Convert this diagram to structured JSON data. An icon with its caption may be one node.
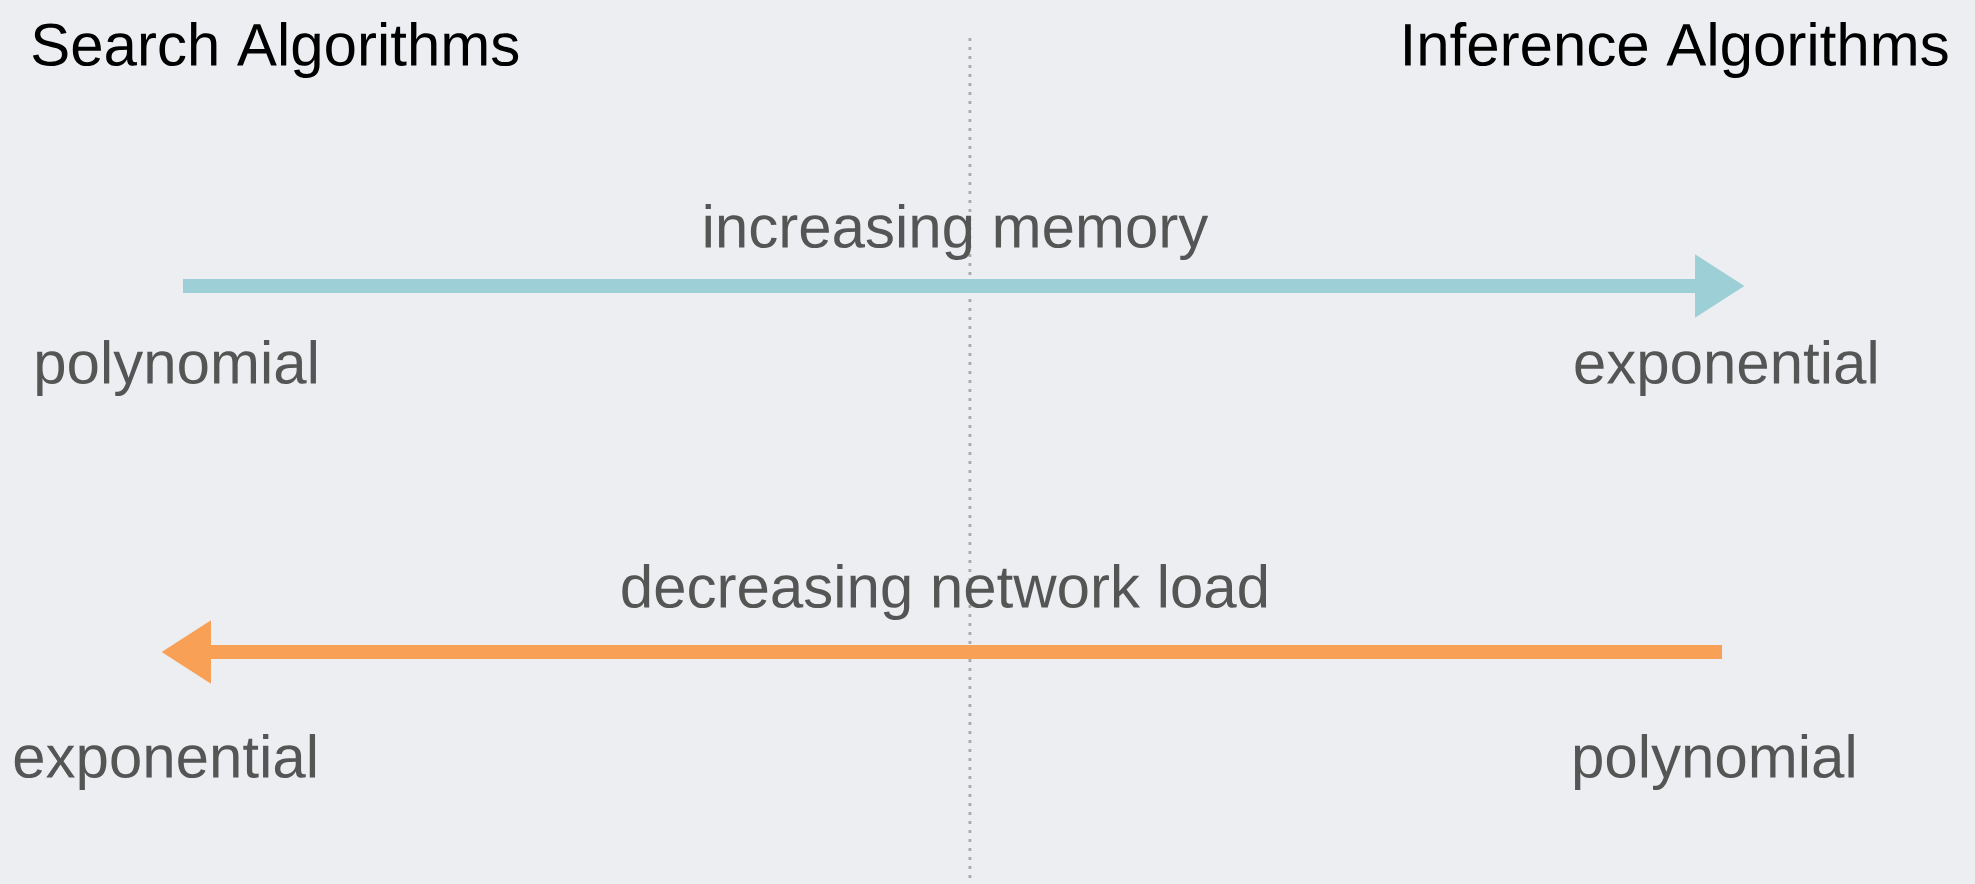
{
  "diagram": {
    "labels": [
      "Search Algorithms",
      "Inference Algorithms",
      "increasing memory",
      "polynomial",
      "exponential",
      "decreasing network load",
      "exponential",
      "polynomial"
    ]
  }
}
